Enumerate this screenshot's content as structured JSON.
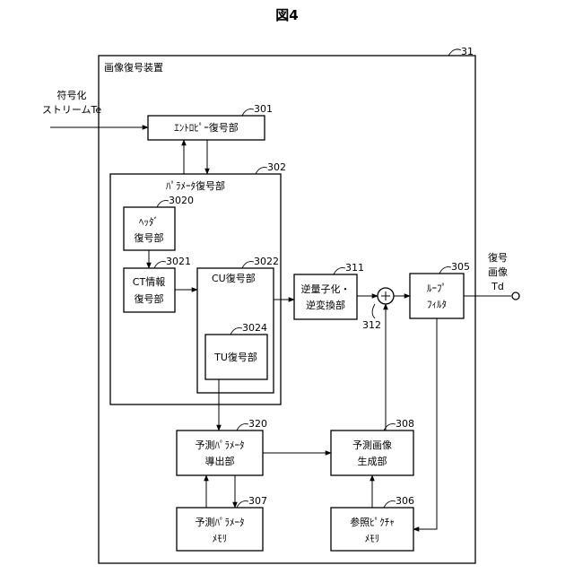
{
  "figure_title": "図4",
  "device": {
    "label": "画像復号装置",
    "ref": "31"
  },
  "input": {
    "line1": "符号化",
    "line2": "ストリームTe"
  },
  "output": {
    "line1": "復号",
    "line2": "画像",
    "line3": "Td"
  },
  "blocks": {
    "entropy": {
      "line1": "ｴﾝﾄﾛﾋﾟｰ復号部",
      "ref": "301"
    },
    "param": {
      "line1": "ﾊﾟﾗﾒｰﾀ復号部",
      "ref": "302"
    },
    "header": {
      "line1": "ﾍｯﾀﾞ",
      "line2": "復号部",
      "ref": "3020"
    },
    "ct": {
      "line1": "CT情報",
      "line2": "復号部",
      "ref": "3021"
    },
    "cu": {
      "line1": "CU復号部",
      "ref": "3022"
    },
    "tu": {
      "line1": "TU復号部",
      "ref": "3024"
    },
    "dequant": {
      "line1": "逆量子化・",
      "line2": "逆変換部",
      "ref": "311"
    },
    "adder": {
      "ref": "312"
    },
    "loop": {
      "line1": "ﾙｰﾌﾟ",
      "line2": "ﾌｨﾙﾀ",
      "ref": "305"
    },
    "pred_param": {
      "line1": "予測ﾊﾟﾗﾒｰﾀ",
      "line2": "導出部",
      "ref": "320"
    },
    "pred_param_mem": {
      "line1": "予測ﾊﾟﾗﾒｰﾀ",
      "line2": "ﾒﾓﾘ",
      "ref": "307"
    },
    "pred_image": {
      "line1": "予測画像",
      "line2": "生成部",
      "ref": "308"
    },
    "ref_pic_mem": {
      "line1": "参照ﾋﾟｸﾁｬ",
      "line2": "ﾒﾓﾘ",
      "ref": "306"
    }
  }
}
